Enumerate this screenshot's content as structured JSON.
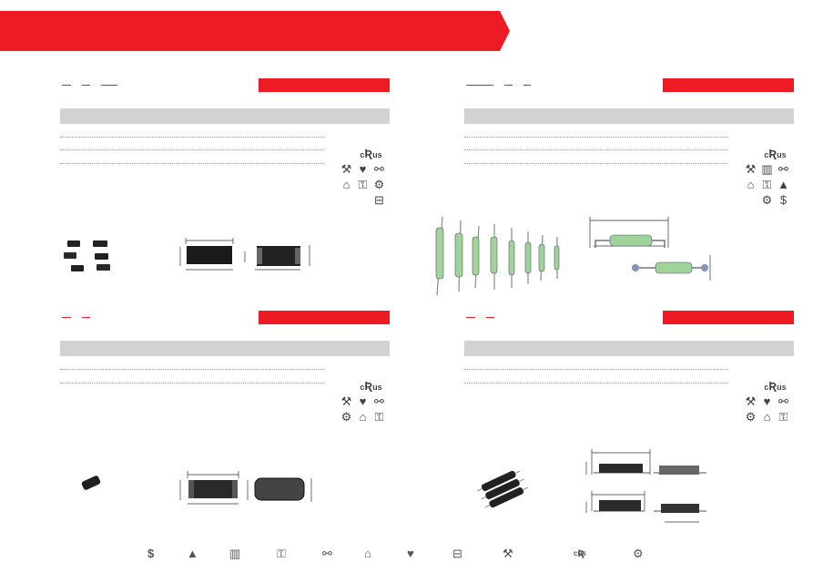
{
  "banner": {
    "color": "#ed1c24"
  },
  "panels": [
    {
      "id": "top-left",
      "icons": [
        "ul-icon",
        "heart-rate-icon",
        "satellite-icon",
        "lock-icon",
        "home-icon",
        "gear-check-icon",
        "robot-arm-icon",
        "stepper-icon"
      ]
    },
    {
      "id": "top-right",
      "icons": [
        "ul-icon",
        "robot-arm-icon",
        "factory-icon",
        "satellite-icon",
        "home-icon",
        "lock-icon",
        "warning-icon",
        "gear-check-icon",
        "dollar-icon"
      ]
    },
    {
      "id": "bottom-left",
      "icons": [
        "ul-icon",
        "heart-rate-icon",
        "satellite-icon",
        "gear-check-icon",
        "home-icon",
        "lock-icon"
      ]
    },
    {
      "id": "bottom-right",
      "icons": [
        "ul-icon",
        "heart-rate-icon",
        "satellite-icon",
        "gear-check-icon",
        "home-icon",
        "lock-icon"
      ]
    }
  ],
  "legend_icons": [
    "dollar-icon",
    "warning-icon",
    "factory-icon",
    "lock-icon",
    "satellite-icon",
    "home-icon",
    "heart-rate-icon",
    "stepper-icon",
    "robot-arm-icon",
    "ul-icon",
    "gear-check-icon"
  ],
  "colors": {
    "accent": "#ed1c24",
    "header_bar": "#d2d2d2",
    "icon": "#444444"
  }
}
